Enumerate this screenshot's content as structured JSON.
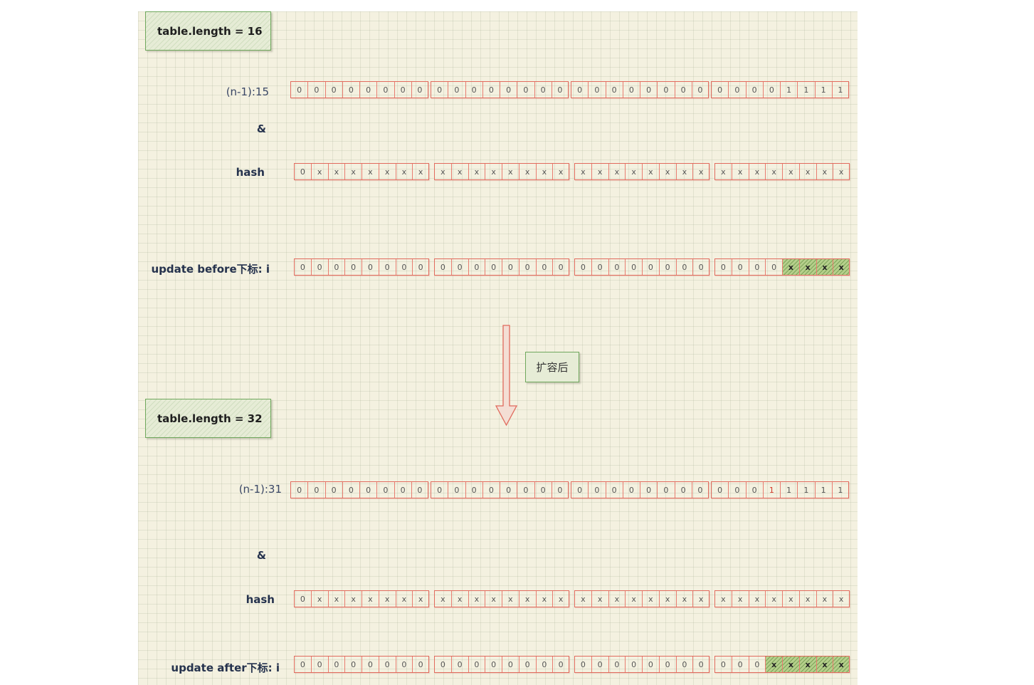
{
  "top": {
    "title": "table.length = 16",
    "rows": [
      {
        "label": "(n-1):15",
        "bits": "00000000000000000000000000001111"
      },
      {
        "label": "&",
        "bits": null
      },
      {
        "label": "hash",
        "bits": "0xxxxxxxxxxxxxxxxxxxxxxxxxxxxxxx"
      },
      {
        "label": "update before下标: i",
        "bits": "0000000000000000000000000000xxxx",
        "highlight_last": 4
      }
    ]
  },
  "transition": {
    "label": "扩容后"
  },
  "bottom": {
    "title": "table.length = 32",
    "rows": [
      {
        "label": "(n-1):31",
        "bits": "00000000000000000000000000011111",
        "red_index": 27
      },
      {
        "label": "&",
        "bits": null
      },
      {
        "label": "hash",
        "bits": "0xxxxxxxxxxxxxxxxxxxxxxxxxxxxxxx"
      },
      {
        "label": "update after下标: i",
        "bits": "000000000000000000000000000xxxxx",
        "highlight_last": 5
      }
    ]
  },
  "colors": {
    "cell_border": "#e16b5e",
    "highlight_fill": "#b5cf8b",
    "title_border": "#6fa85c",
    "canvas_bg": "#f4f1e0"
  }
}
